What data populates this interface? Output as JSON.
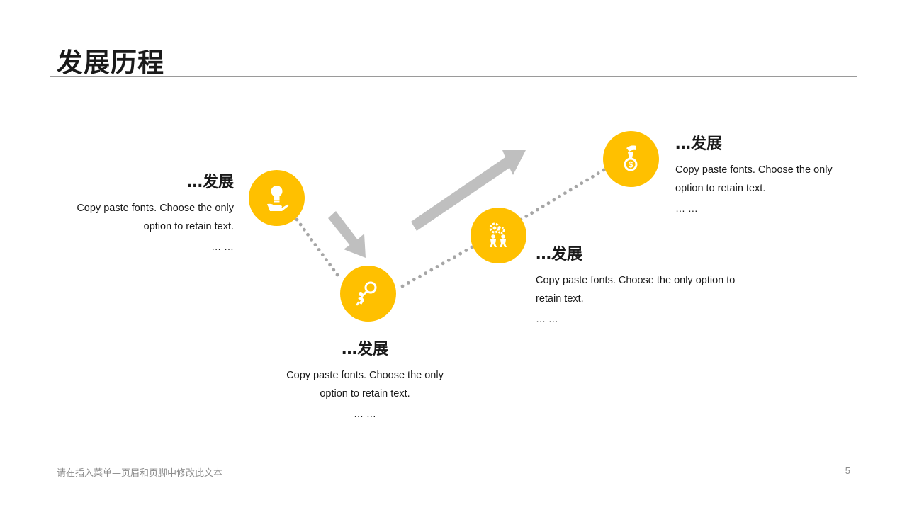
{
  "slide": {
    "title": "发展历程",
    "footer_text": "请在插入菜单—页眉和页脚中修改此文本",
    "page_number": "5"
  },
  "colors": {
    "accent": "#ffc000",
    "connector": "#a6a6a6",
    "arrow": "#bfbfbf",
    "text": "#1a1a1a"
  },
  "milestones": [
    {
      "icon": "lightbulb-hand-icon",
      "heading": "…发展",
      "description": "Copy paste fonts. Choose the only option to retain text.",
      "more": "… …"
    },
    {
      "icon": "person-magnifier-icon",
      "heading": "…发展",
      "description": "Copy paste fonts. Choose the only option to retain text.",
      "more": "… …"
    },
    {
      "icon": "people-gears-icon",
      "heading": "…发展",
      "description": "Copy paste fonts. Choose the only option to retain text.",
      "more": "… …"
    },
    {
      "icon": "hand-coin-icon",
      "heading": "…发展",
      "description": "Copy paste fonts. Choose the only option to retain text.",
      "more": "… …"
    }
  ]
}
